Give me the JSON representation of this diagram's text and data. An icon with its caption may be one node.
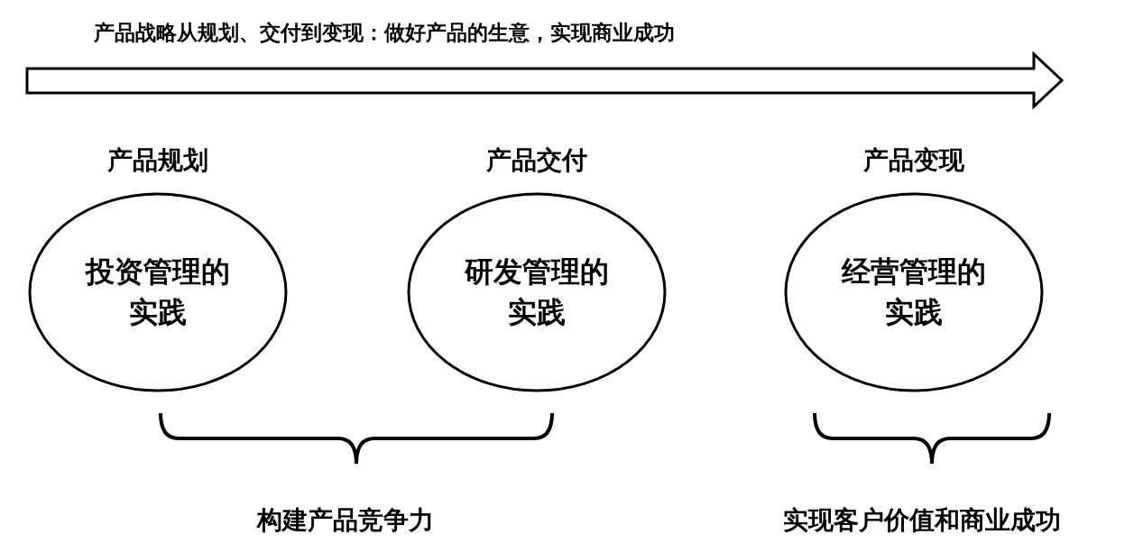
{
  "diagram": {
    "title": "产品战略从规划、交付到变现：做好产品的生意，实现商业成功",
    "nodes": [
      {
        "text": [
          "产品规划",
          "投资管理的实践"
        ]
      },
      {
        "text": [
          "产品交付",
          "研发管理的实践"
        ]
      },
      {
        "text": [
          "产品变现",
          "经营管理的实践"
        ]
      }
    ],
    "edges": [],
    "labels": [
      "构建产品竞争力",
      "实现客户价值和商业成功"
    ]
  }
}
